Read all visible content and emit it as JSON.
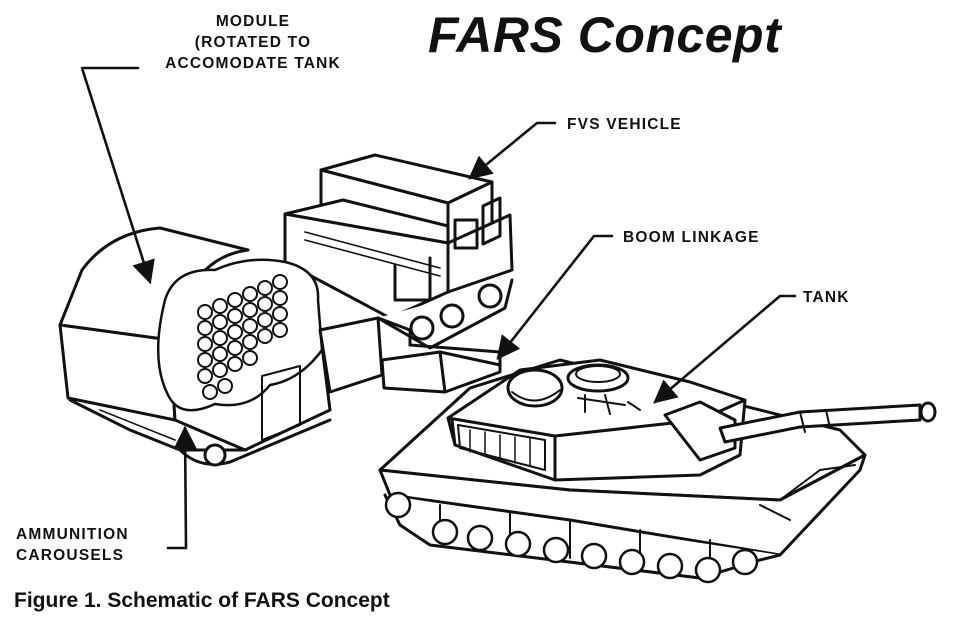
{
  "title": "FARS Concept",
  "labels": {
    "module": [
      "MODULE",
      "(ROTATED TO",
      "ACCOMODATE TANK"
    ],
    "fvs_vehicle": "FVS VEHICLE",
    "boom_linkage": "BOOM LINKAGE",
    "tank": "TANK",
    "ammunition_carousels": [
      "AMMUNITION",
      "CAROUSELS"
    ]
  },
  "caption": "Figure 1. Schematic of FARS Concept"
}
